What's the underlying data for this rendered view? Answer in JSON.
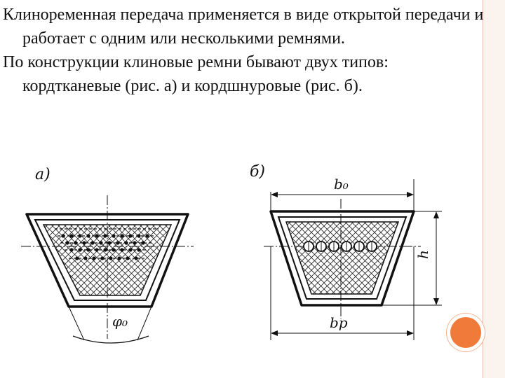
{
  "paragraphs": [
    "Клиноременная передача применяется в виде открытой передачи и работает с одним или несколькими ремнями.",
    "По конструкции клиновые ремни бывают двух типов: кордтканевые (рис. а) и кордшнуровые (рис. б)."
  ],
  "figure": {
    "label_a": "а)",
    "label_b": "б)",
    "angle_label": "φ₀",
    "top_width_label": "b₀",
    "pitch_width_label": "bp",
    "height_label": "h"
  },
  "colors": {
    "accent_circle": "#f07a3a",
    "side_band": "#fbf3ee",
    "ink": "#111111"
  }
}
